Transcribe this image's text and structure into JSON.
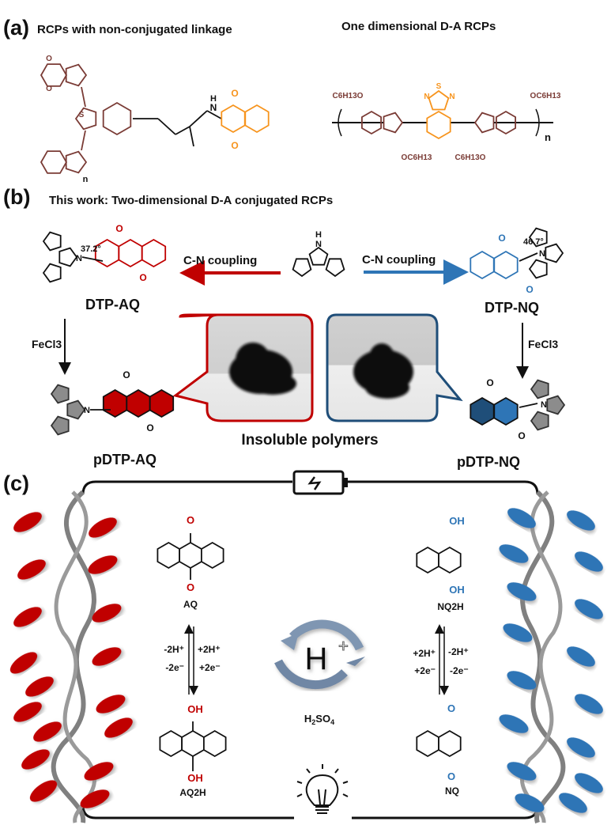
{
  "panel_a": {
    "label": "(a)",
    "left_title": "RCPs with non-conjugated linkage",
    "right_title": "One dimensional D-A RCPs",
    "atoms": {
      "O": "O",
      "S": "S",
      "N": "N",
      "H": "H",
      "n": "n",
      "C6H13O": "C6H13O",
      "OC6H13": "OC6H13"
    }
  },
  "panel_b": {
    "label": "(b)",
    "title": "This work: Two-dimensional D-A  conjugated RCPs",
    "dtp_aq": {
      "label": "DTP-AQ",
      "angle": "37.2°"
    },
    "dtp_nq": {
      "label": "DTP-NQ",
      "angle": "46.7°"
    },
    "coupling_left": "C-N coupling",
    "coupling_right": "C-N coupling",
    "reagent_left": "FeCl3",
    "reagent_right": "FeCl3",
    "polymer_left": "pDTP-AQ",
    "polymer_right": "pDTP-NQ",
    "photos_caption": "Insoluble polymers"
  },
  "panel_c": {
    "label": "(c)",
    "aq": "AQ",
    "aq2h": "AQ2H",
    "nq2h": "NQ2H",
    "nq": "NQ",
    "proton": "H",
    "proton_charge": "+",
    "electrolyte": "H2SO4",
    "left_eq": {
      "left_top": "-2H⁺",
      "left_bottom": "-2e⁻",
      "right_top": "+2H⁺",
      "right_bottom": "+2e⁻"
    },
    "right_eq": {
      "left_top": "+2H⁺",
      "left_bottom": "+2e⁻",
      "right_top": "-2H⁺",
      "right_bottom": "-2e⁻"
    },
    "OH": "OH",
    "O": "O"
  },
  "colors": {
    "brown": "#7a3b35",
    "orange": "#f7941d",
    "red": "#c00000",
    "blue": "#2e75b6",
    "navy": "#1f4e79",
    "gray": "#808080",
    "cycle": "#7f96b2"
  }
}
